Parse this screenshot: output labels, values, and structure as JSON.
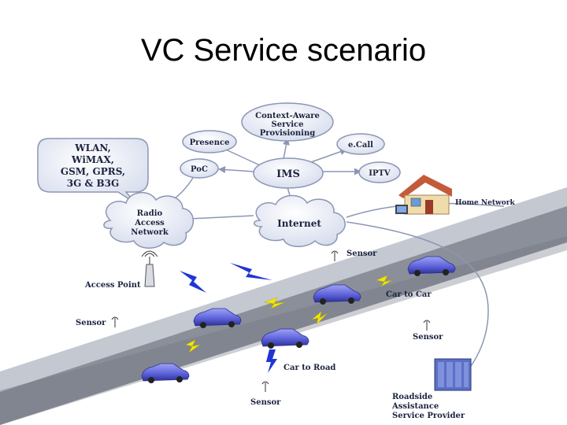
{
  "title": "VC Service scenario",
  "bubbles": {
    "context": [
      "Context-Aware",
      "Service",
      "Provisioning"
    ],
    "presence": "Presence",
    "ecall": "e.Call",
    "poc": "PoC",
    "ims": "IMS",
    "iptv": "IPTV"
  },
  "callout": [
    "WLAN,",
    "WiMAX,",
    "GSM, GPRS,",
    "3G & B3G"
  ],
  "clouds": {
    "radio": [
      "Radio",
      "Access",
      "Network"
    ],
    "internet": "Internet"
  },
  "labels": {
    "home_network": "Home Network",
    "sensor_top": "Sensor",
    "access_point": "Access Point",
    "car_to_car": "Car to Car",
    "sensor_left": "Sensor",
    "sensor_right": "Sensor",
    "car_to_road": "Car to Road",
    "sensor_bottom": "Sensor",
    "roadside": [
      "Roadside",
      "Assistance",
      "Service Provider"
    ]
  },
  "colors": {
    "bubble_fill": "#e6ebf7",
    "bubble_stroke": "#8c96b4",
    "road": "#8a8f99",
    "lightning_blue": "#1f35d6",
    "lightning_yellow": "#f5e600",
    "car": "#5a5fd8"
  }
}
